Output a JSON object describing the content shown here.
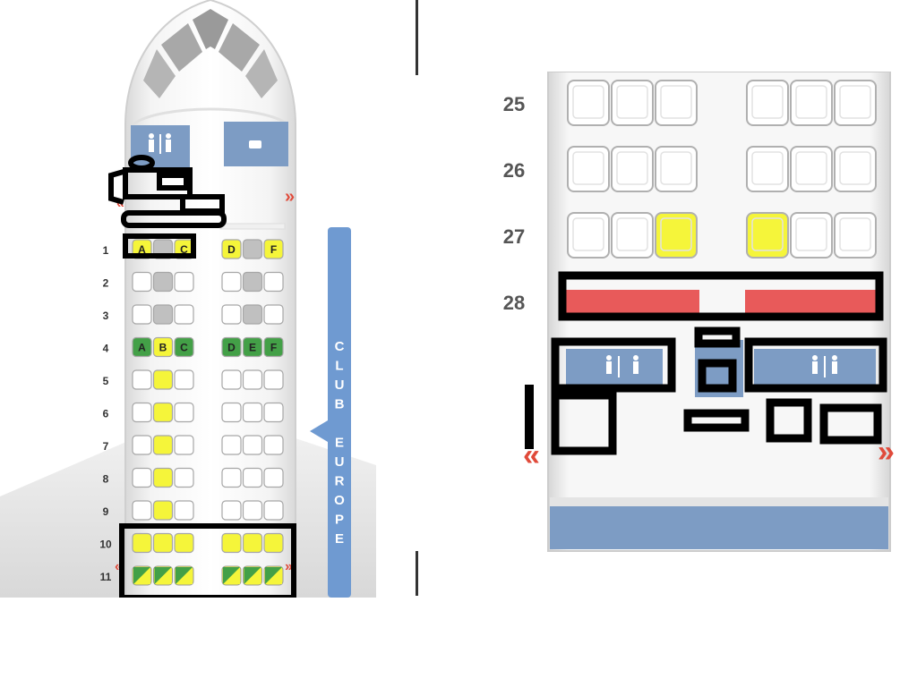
{
  "colors": {
    "seat_available": "#ffffff",
    "seat_blocked": "#c0c0c0",
    "seat_yellow": "#f5f53a",
    "seat_green": "#43a047",
    "seat_exit": "#e85a5a",
    "facility_blue": "#7d9cc4",
    "cabin_band": "#6f9ad1"
  },
  "cabin_band": {
    "label_letters": [
      "C",
      "L",
      "U",
      "B",
      "",
      "E",
      "U",
      "R",
      "O",
      "P",
      "E"
    ]
  },
  "left_map": {
    "rows": [
      {
        "number": "1",
        "left": [
          {
            "s": "yellow",
            "l": "A"
          },
          {
            "s": "gray",
            "l": ""
          },
          {
            "s": "yellow",
            "l": "C"
          }
        ],
        "right": [
          {
            "s": "yellow",
            "l": "D"
          },
          {
            "s": "gray",
            "l": ""
          },
          {
            "s": "yellow",
            "l": "F"
          }
        ]
      },
      {
        "number": "2",
        "left": [
          {
            "s": "white",
            "l": ""
          },
          {
            "s": "gray",
            "l": ""
          },
          {
            "s": "white",
            "l": ""
          }
        ],
        "right": [
          {
            "s": "white",
            "l": ""
          },
          {
            "s": "gray",
            "l": ""
          },
          {
            "s": "white",
            "l": ""
          }
        ]
      },
      {
        "number": "3",
        "left": [
          {
            "s": "white",
            "l": ""
          },
          {
            "s": "gray",
            "l": ""
          },
          {
            "s": "white",
            "l": ""
          }
        ],
        "right": [
          {
            "s": "white",
            "l": ""
          },
          {
            "s": "gray",
            "l": ""
          },
          {
            "s": "white",
            "l": ""
          }
        ]
      },
      {
        "number": "4",
        "left": [
          {
            "s": "green",
            "l": "A"
          },
          {
            "s": "yellow",
            "l": "B"
          },
          {
            "s": "green",
            "l": "C"
          }
        ],
        "right": [
          {
            "s": "green",
            "l": "D"
          },
          {
            "s": "green",
            "l": "E"
          },
          {
            "s": "green",
            "l": "F"
          }
        ]
      },
      {
        "number": "5",
        "left": [
          {
            "s": "white",
            "l": ""
          },
          {
            "s": "yellow",
            "l": ""
          },
          {
            "s": "white",
            "l": ""
          }
        ],
        "right": [
          {
            "s": "white",
            "l": ""
          },
          {
            "s": "white",
            "l": ""
          },
          {
            "s": "white",
            "l": ""
          }
        ]
      },
      {
        "number": "6",
        "left": [
          {
            "s": "white",
            "l": ""
          },
          {
            "s": "yellow",
            "l": ""
          },
          {
            "s": "white",
            "l": ""
          }
        ],
        "right": [
          {
            "s": "white",
            "l": ""
          },
          {
            "s": "white",
            "l": ""
          },
          {
            "s": "white",
            "l": ""
          }
        ]
      },
      {
        "number": "7",
        "left": [
          {
            "s": "white",
            "l": ""
          },
          {
            "s": "yellow",
            "l": ""
          },
          {
            "s": "white",
            "l": ""
          }
        ],
        "right": [
          {
            "s": "white",
            "l": ""
          },
          {
            "s": "white",
            "l": ""
          },
          {
            "s": "white",
            "l": ""
          }
        ]
      },
      {
        "number": "8",
        "left": [
          {
            "s": "white",
            "l": ""
          },
          {
            "s": "yellow",
            "l": ""
          },
          {
            "s": "white",
            "l": ""
          }
        ],
        "right": [
          {
            "s": "white",
            "l": ""
          },
          {
            "s": "white",
            "l": ""
          },
          {
            "s": "white",
            "l": ""
          }
        ]
      },
      {
        "number": "9",
        "left": [
          {
            "s": "white",
            "l": ""
          },
          {
            "s": "yellow",
            "l": ""
          },
          {
            "s": "white",
            "l": ""
          }
        ],
        "right": [
          {
            "s": "white",
            "l": ""
          },
          {
            "s": "white",
            "l": ""
          },
          {
            "s": "white",
            "l": ""
          }
        ]
      },
      {
        "number": "10",
        "left": [
          {
            "s": "yellow",
            "l": ""
          },
          {
            "s": "yellow",
            "l": ""
          },
          {
            "s": "yellow",
            "l": ""
          }
        ],
        "right": [
          {
            "s": "yellow",
            "l": ""
          },
          {
            "s": "yellow",
            "l": ""
          },
          {
            "s": "yellow",
            "l": ""
          }
        ]
      },
      {
        "number": "11",
        "left": [
          {
            "s": "greenyellow",
            "l": ""
          },
          {
            "s": "greenyellow",
            "l": ""
          },
          {
            "s": "greenyellow",
            "l": ""
          }
        ],
        "right": [
          {
            "s": "greenyellow",
            "l": ""
          },
          {
            "s": "greenyellow",
            "l": ""
          },
          {
            "s": "greenyellow",
            "l": ""
          }
        ]
      }
    ],
    "facilities": [
      {
        "name": "lavatory-icon"
      },
      {
        "name": "galley-icon"
      }
    ]
  },
  "right_map": {
    "rows": [
      {
        "number": "25",
        "left": [
          "white",
          "white",
          "white"
        ],
        "right": [
          "white",
          "white",
          "white"
        ]
      },
      {
        "number": "26",
        "left": [
          "white",
          "white",
          "white"
        ],
        "right": [
          "white",
          "white",
          "white"
        ]
      },
      {
        "number": "27",
        "left": [
          "white",
          "white",
          "yellow"
        ],
        "right": [
          "yellow",
          "white",
          "white"
        ]
      },
      {
        "number": "28",
        "left": [
          "exit",
          "exit",
          "exit"
        ],
        "right": [
          "exit",
          "exit",
          "exit"
        ]
      }
    ],
    "facilities": [
      {
        "name": "lavatory-icon"
      },
      {
        "name": "lavatory-icon"
      }
    ]
  }
}
